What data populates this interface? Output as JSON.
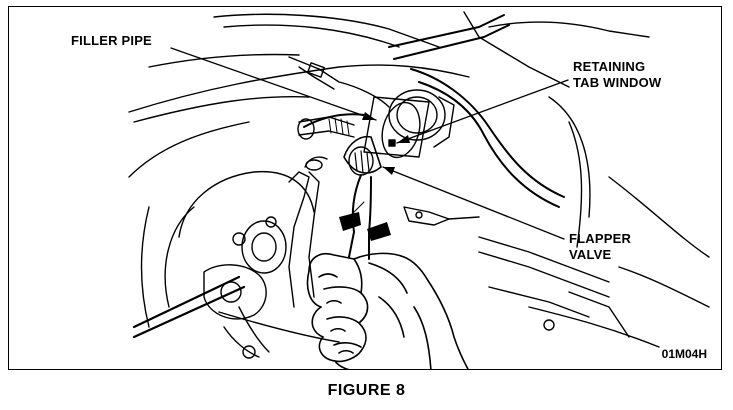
{
  "labels": {
    "filler_pipe": "FILLER PIPE",
    "retaining_tab_window": [
      "RETAINING",
      "TAB WINDOW"
    ],
    "flapper_valve": [
      "FLAPPER",
      "VALVE"
    ]
  },
  "figure_code": "01M04H",
  "caption": "FIGURE 8",
  "colors": {
    "ink": "#000000",
    "paper": "#ffffff"
  }
}
